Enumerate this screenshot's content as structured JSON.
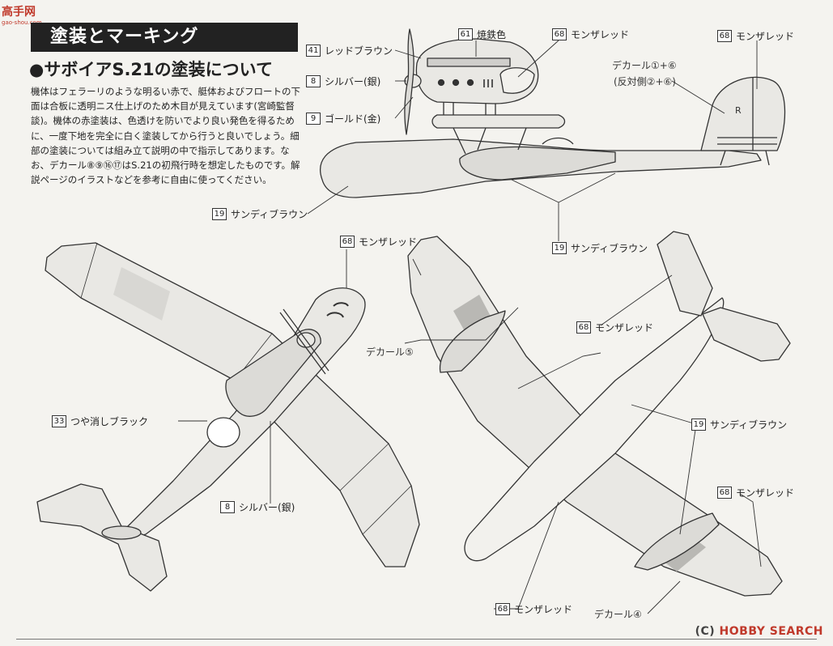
{
  "header": {
    "logo_text": "高手网",
    "logo_sub": "gao-shou.com",
    "section_title": "塗装とマーキング",
    "subtitle": "●サボイアS.21の塗装について",
    "body": "機体はフェラーリのような明るい赤で、艇体およびフロートの下面は合板に透明ニス仕上げのため木目が見えています(宮崎監督談)。機体の赤塗装は、色透けを防いでより良い発色を得るために、一度下地を完全に白く塗装してから行うと良いでしょう。細部の塗装については組み立て説明の中で指示してあります。なお、デカール⑧⑨⑯⑰はS.21の初飛行時を想定したものです。解説ページのイラストなどを参考に自由に使ってください。"
  },
  "callouts": {
    "c41": {
      "num": "41",
      "label": "レッドブラウン"
    },
    "c8a": {
      "num": "8",
      "label": "シルバー(銀)"
    },
    "c9": {
      "num": "9",
      "label": "ゴールド(金)"
    },
    "c61": {
      "num": "61",
      "label": "焼鉄色"
    },
    "c68a": {
      "num": "68",
      "label": "モンザレッド"
    },
    "c68b": {
      "num": "68",
      "label": "モンザレッド"
    },
    "decal_side_1": "デカール①+⑥",
    "decal_side_2": "(反対側②+⑥)",
    "c19a": {
      "num": "19",
      "label": "サンディブラウン"
    },
    "c19b": {
      "num": "19",
      "label": "サンディブラウン"
    },
    "c68c": {
      "num": "68",
      "label": "モンザレッド"
    },
    "decal5": "デカール⑤",
    "c68d": {
      "num": "68",
      "label": "モンザレッド"
    },
    "c33": {
      "num": "33",
      "label": "つや消しブラック"
    },
    "c8b": {
      "num": "8",
      "label": "シルバー(銀)"
    },
    "c19c": {
      "num": "19",
      "label": "サンディブラウン"
    },
    "c68e": {
      "num": "68",
      "label": "モンザレッド"
    },
    "c68f": {
      "num": "68",
      "label": "モンザレッド"
    },
    "decal4": "デカール④",
    "tail_mark": "R"
  },
  "watermark": {
    "brand": "HOBBY SEARCH",
    "prefix": "(C)"
  },
  "colors": {
    "ink": "#333333",
    "fill": "#e9e8e4",
    "shade": "#b9b8b4",
    "accent": "#c0392b"
  }
}
